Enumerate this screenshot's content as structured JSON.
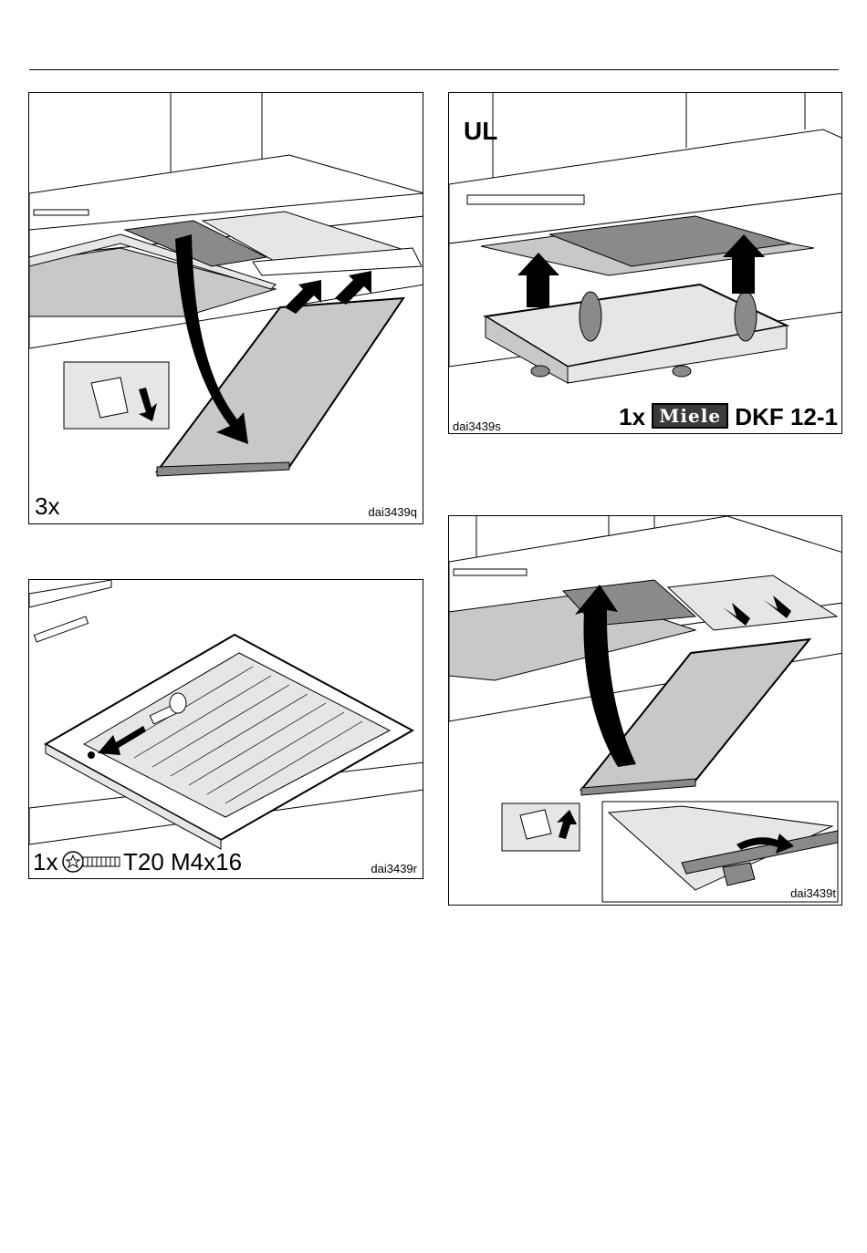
{
  "panels": {
    "q": {
      "code": "dai3439q",
      "count": "3x"
    },
    "s": {
      "region": "UL",
      "code": "dai3439s",
      "count": "1x",
      "brand": "Miele",
      "model": "DKF 12-1"
    },
    "r": {
      "code": "dai3439r",
      "count": "1x",
      "spec": "T20 M4x16"
    },
    "t": {
      "code": "dai3439t"
    }
  },
  "icons": {
    "hood": "cooker-hood-illustration",
    "filter": "grease-filter-illustration",
    "arrow": "direction-arrow-icon",
    "screw": "torx-screw-icon",
    "cartridge": "charcoal-filter-illustration",
    "tool": "screwdriver-icon"
  },
  "colors": {
    "line": "#000000",
    "fill_light": "#e6e6e6",
    "fill_mid": "#c8c8c8",
    "fill_dark": "#8a8a8a"
  }
}
